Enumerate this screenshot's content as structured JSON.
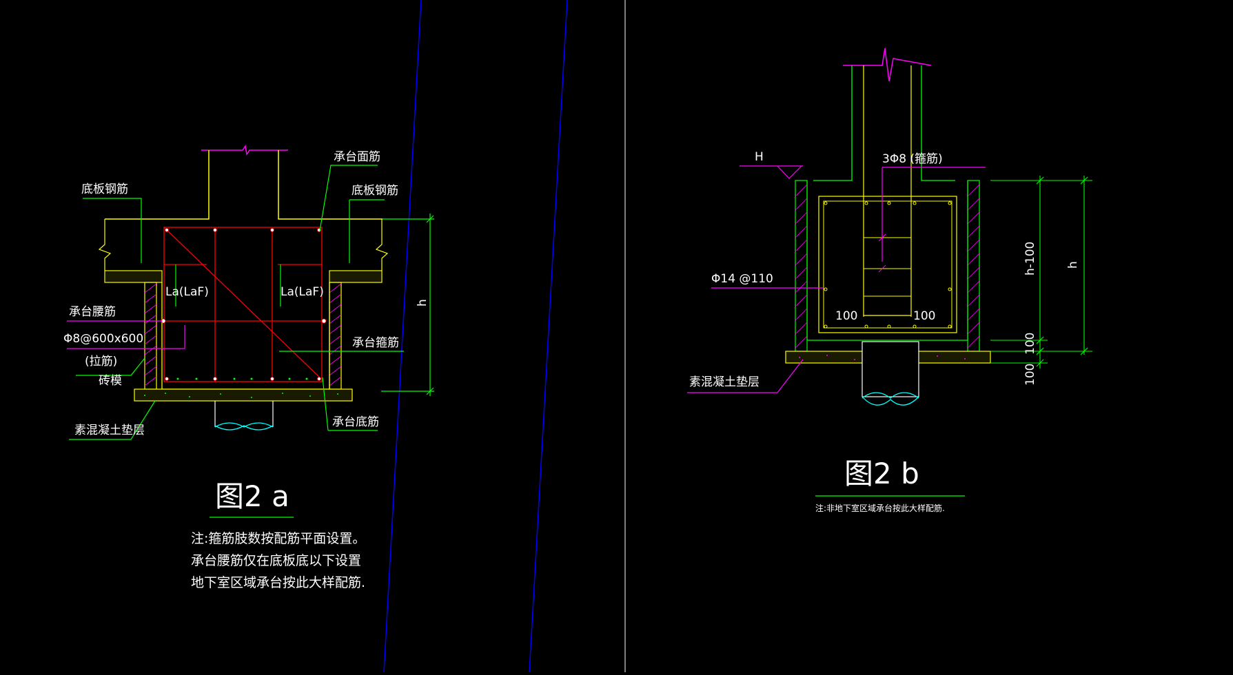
{
  "fig_a": {
    "caption": "图2 a",
    "labels": {
      "slab_rebar_left": "底板钢筋",
      "top_rebar": "承台面筋",
      "slab_rebar_right": "底板钢筋",
      "anchor_left": "La(LaF)",
      "anchor_right": "La(LaF)",
      "waist_rebar": "承台腰筋",
      "tie_spec": "Φ8@600x600",
      "tie_name": "(拉筋)",
      "brick_form": "砖模",
      "stirrup": "承台箍筋",
      "bottom_rebar": "承台底筋",
      "lean_concrete": "素混凝土垫层",
      "dim_h": "h"
    },
    "notes": [
      "注:箍筋肢数按配筋平面设置。",
      "承台腰筋仅在底板底以下设置",
      "地下室区域承台按此大样配筋."
    ]
  },
  "fig_b": {
    "caption": "图2 b",
    "labels": {
      "level": "H",
      "stirrup": "3Φ8  (箍筋)",
      "rebar": "Φ14 @110",
      "dim_100_left": "100",
      "dim_100_right": "100",
      "dim_h_minus_100": "h-100",
      "dim_h": "h",
      "dim_100_a": "100",
      "dim_100_b": "100",
      "lean_concrete": "素混凝土垫层"
    },
    "note": "注:非地下室区域承台按此大样配筋."
  },
  "colors": {
    "background": "#000000",
    "magenta": "#ff00ff",
    "yellow": "#ffff00",
    "red": "#ff0000",
    "green": "#00ff00",
    "cyan": "#00ffff",
    "blue": "#0000ff",
    "white": "#ffffff"
  }
}
